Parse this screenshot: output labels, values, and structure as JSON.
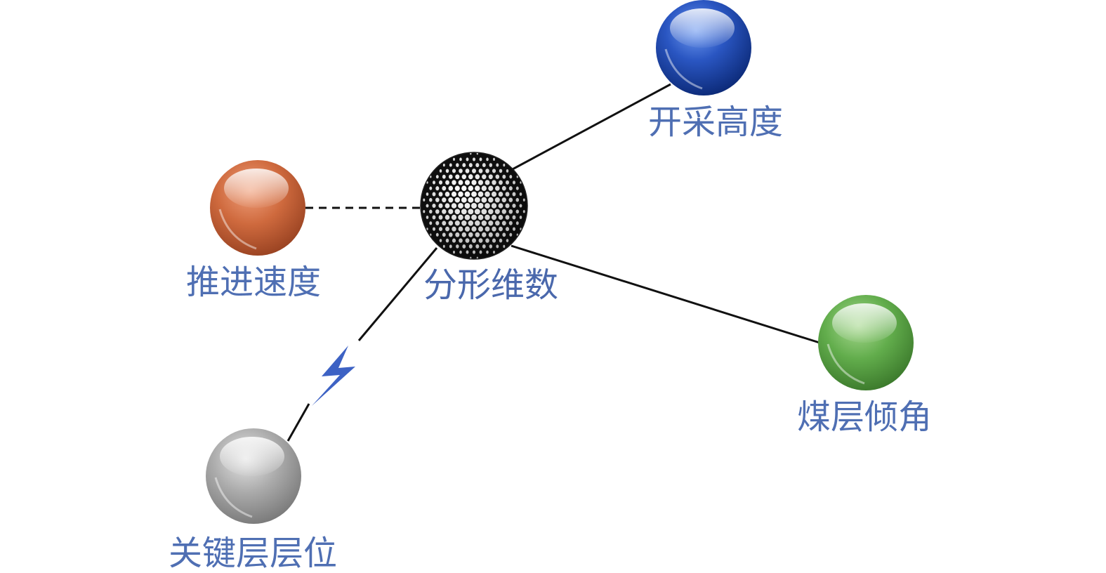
{
  "center": {
    "label": "分形维数",
    "pattern": "black-dotted-sphere"
  },
  "nodes": [
    {
      "key": "height",
      "label": "开采高度",
      "color": "#1f46a8",
      "link": "solid"
    },
    {
      "key": "speed",
      "label": "推进速度",
      "color": "#c9643a",
      "link": "dashed"
    },
    {
      "key": "dip",
      "label": "煤层倾角",
      "color": "#5fa84a",
      "link": "solid"
    },
    {
      "key": "key_layer",
      "label": "关键层层位",
      "color": "#a6a6a6",
      "link": "solid-with-lightning"
    }
  ],
  "colors": {
    "label_text": "#4f6fb3",
    "link_line": "#111111",
    "lightning": "#3d62c4"
  },
  "icons": {
    "lightning": "lightning-bolt-icon"
  }
}
